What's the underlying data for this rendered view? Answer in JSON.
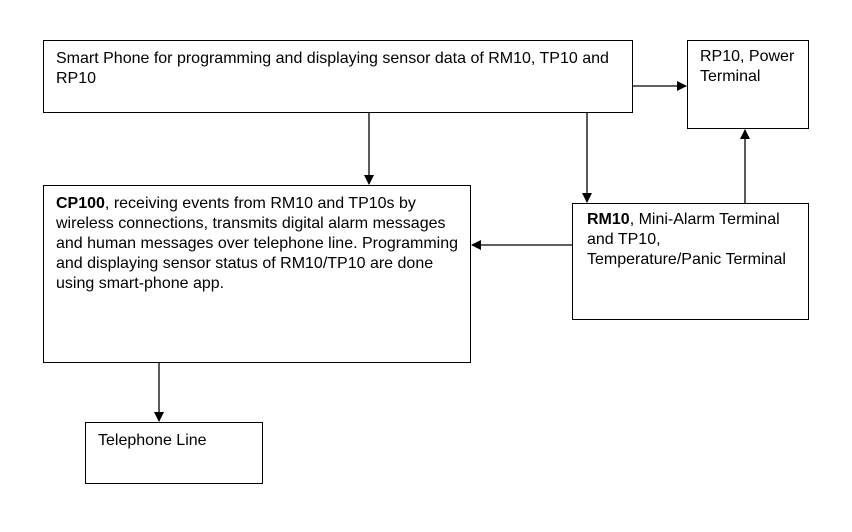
{
  "boxes": {
    "smartphone": {
      "text": "Smart Phone for programming and displaying sensor data of RM10, TP10 and RP10"
    },
    "rp10": {
      "text": "RP10, Power Terminal"
    },
    "cp100": {
      "title": "CP100",
      "text": ", receiving events from RM10 and TP10s by wireless connections, transmits digital alarm messages and human messages over telephone line.  Programming and displaying sensor status of RM10/TP10 are done using smart-phone app."
    },
    "rm10": {
      "title": "RM10",
      "text": ", Mini-Alarm Terminal and TP10, Temperature/Panic Terminal"
    },
    "telephone": {
      "text": "Telephone Line"
    }
  },
  "links": [
    {
      "from": "smartphone",
      "to": "rp10"
    },
    {
      "from": "smartphone",
      "to": "cp100"
    },
    {
      "from": "smartphone",
      "to": "rm10"
    },
    {
      "from": "rm10",
      "to": "rp10"
    },
    {
      "from": "rm10",
      "to": "cp100"
    },
    {
      "from": "cp100",
      "to": "telephone"
    }
  ]
}
